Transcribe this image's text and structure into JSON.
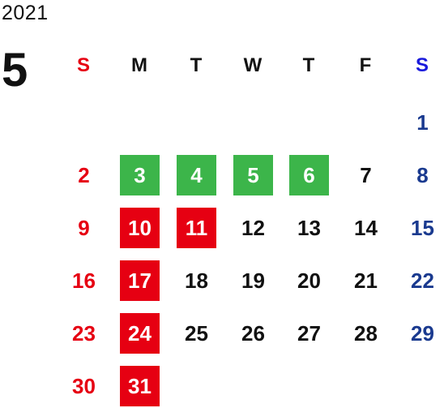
{
  "year": "2021",
  "month": "5",
  "colors": {
    "sunday": "#e60012",
    "saturday": "#1a3a8f",
    "weekday": "#111111",
    "holiday_green": "#3cb54a",
    "holiday_red": "#e60012"
  },
  "weekdays": [
    {
      "label": "S",
      "color": "#e60012"
    },
    {
      "label": "M",
      "color": "#111111"
    },
    {
      "label": "T",
      "color": "#111111"
    },
    {
      "label": "W",
      "color": "#111111"
    },
    {
      "label": "T",
      "color": "#111111"
    },
    {
      "label": "F",
      "color": "#111111"
    },
    {
      "label": "S",
      "color": "#1a1adc"
    }
  ],
  "weeks": [
    [
      {
        "day": "",
        "fg": "",
        "bg": ""
      },
      {
        "day": "",
        "fg": "",
        "bg": ""
      },
      {
        "day": "",
        "fg": "",
        "bg": ""
      },
      {
        "day": "",
        "fg": "",
        "bg": ""
      },
      {
        "day": "",
        "fg": "",
        "bg": ""
      },
      {
        "day": "",
        "fg": "",
        "bg": ""
      },
      {
        "day": "1",
        "fg": "#1a3a8f",
        "bg": ""
      }
    ],
    [
      {
        "day": "2",
        "fg": "#e60012",
        "bg": ""
      },
      {
        "day": "3",
        "fg": "#ffffff",
        "bg": "#3cb54a"
      },
      {
        "day": "4",
        "fg": "#ffffff",
        "bg": "#3cb54a"
      },
      {
        "day": "5",
        "fg": "#ffffff",
        "bg": "#3cb54a"
      },
      {
        "day": "6",
        "fg": "#ffffff",
        "bg": "#3cb54a"
      },
      {
        "day": "7",
        "fg": "#111111",
        "bg": ""
      },
      {
        "day": "8",
        "fg": "#1a3a8f",
        "bg": ""
      }
    ],
    [
      {
        "day": "9",
        "fg": "#e60012",
        "bg": ""
      },
      {
        "day": "10",
        "fg": "#ffffff",
        "bg": "#e60012"
      },
      {
        "day": "11",
        "fg": "#ffffff",
        "bg": "#e60012"
      },
      {
        "day": "12",
        "fg": "#111111",
        "bg": ""
      },
      {
        "day": "13",
        "fg": "#111111",
        "bg": ""
      },
      {
        "day": "14",
        "fg": "#111111",
        "bg": ""
      },
      {
        "day": "15",
        "fg": "#1a3a8f",
        "bg": ""
      }
    ],
    [
      {
        "day": "16",
        "fg": "#e60012",
        "bg": ""
      },
      {
        "day": "17",
        "fg": "#ffffff",
        "bg": "#e60012"
      },
      {
        "day": "18",
        "fg": "#111111",
        "bg": ""
      },
      {
        "day": "19",
        "fg": "#111111",
        "bg": ""
      },
      {
        "day": "20",
        "fg": "#111111",
        "bg": ""
      },
      {
        "day": "21",
        "fg": "#111111",
        "bg": ""
      },
      {
        "day": "22",
        "fg": "#1a3a8f",
        "bg": ""
      }
    ],
    [
      {
        "day": "23",
        "fg": "#e60012",
        "bg": ""
      },
      {
        "day": "24",
        "fg": "#ffffff",
        "bg": "#e60012"
      },
      {
        "day": "25",
        "fg": "#111111",
        "bg": ""
      },
      {
        "day": "26",
        "fg": "#111111",
        "bg": ""
      },
      {
        "day": "27",
        "fg": "#111111",
        "bg": ""
      },
      {
        "day": "28",
        "fg": "#111111",
        "bg": ""
      },
      {
        "day": "29",
        "fg": "#1a3a8f",
        "bg": ""
      }
    ],
    [
      {
        "day": "30",
        "fg": "#e60012",
        "bg": ""
      },
      {
        "day": "31",
        "fg": "#ffffff",
        "bg": "#e60012"
      },
      {
        "day": "",
        "fg": "",
        "bg": ""
      },
      {
        "day": "",
        "fg": "",
        "bg": ""
      },
      {
        "day": "",
        "fg": "",
        "bg": ""
      },
      {
        "day": "",
        "fg": "",
        "bg": ""
      },
      {
        "day": "",
        "fg": "",
        "bg": ""
      }
    ]
  ]
}
